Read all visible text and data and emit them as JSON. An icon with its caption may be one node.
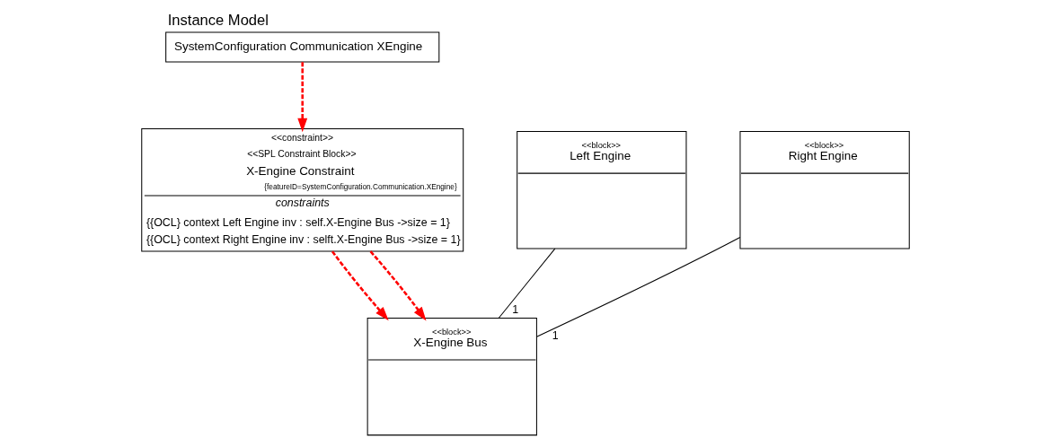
{
  "diagram": {
    "nodes": [
      {
        "text": [
          "Instance Model",
          "SystemConfiguration Communication XEngine"
        ]
      },
      {
        "text": [
          "<<constraint>>",
          "<<SPL Constraint Block>>",
          "X-Engine Constraint",
          "{featureID=SystemConfiguration.Communication.XEngine}",
          "constraints",
          "{{OCL} context Left Engine inv : self.X-Engine Bus ->size = 1}",
          "{{OCL} context Right Engine inv : selft.X-Engine Bus ->size = 1}"
        ]
      },
      {
        "text": [
          "<<block>>",
          "Left Engine"
        ]
      },
      {
        "text": [
          "<<block>>",
          "Right Engine"
        ]
      },
      {
        "text": [
          "<<block>>",
          "X-Engine Bus"
        ]
      }
    ],
    "edges": [
      {
        "from": 0,
        "to": 1,
        "arrow": "to",
        "style": "dashed"
      },
      {
        "from": 1,
        "to": 4,
        "arrow": "to",
        "style": "dashed"
      },
      {
        "from": 1,
        "to": 4,
        "arrow": "to",
        "style": "dashed"
      },
      {
        "from": 2,
        "to": 4,
        "arrow": "none",
        "label": "1",
        "color": "#000000"
      },
      {
        "from": 3,
        "to": 4,
        "arrow": "none",
        "label": "1",
        "color": "#000000"
      }
    ]
  }
}
